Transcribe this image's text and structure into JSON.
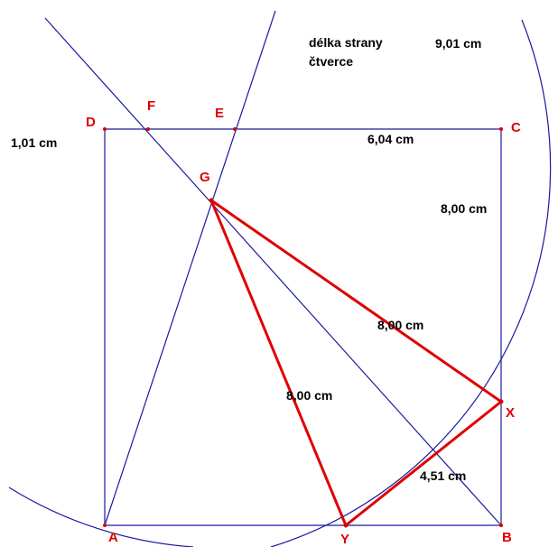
{
  "colors": {
    "construction": "#1a1aa0",
    "triangle": "#e00000",
    "point_label": "#e00000",
    "text": "#000000",
    "background": "#ffffff"
  },
  "points": {
    "A": "A",
    "B": "B",
    "C": "C",
    "D": "D",
    "E": "E",
    "F": "F",
    "G": "G",
    "X": "X",
    "Y": "Y"
  },
  "measurements": {
    "dc_top_left": "1,01 cm",
    "fc_top_right": "6,04 cm",
    "bc_side": "8,00 cm",
    "gx": "8,00 cm",
    "gy": "8,00 cm",
    "xy": "4,51 cm"
  },
  "square_info": {
    "label_line1": "délka strany",
    "label_line2": "čtverce",
    "value": "9,01 cm"
  }
}
